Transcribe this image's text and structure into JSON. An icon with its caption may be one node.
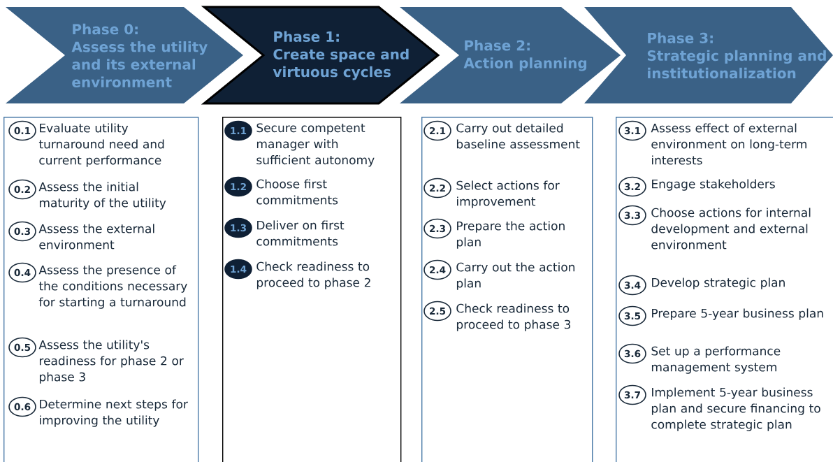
{
  "diagram": {
    "nodes": [
      {
        "text": [
          "Phase 0:",
          "Assess the utility and its external environment"
        ]
      },
      {
        "text": [
          "Phase 1:",
          "Create space and virtuous cycles"
        ]
      },
      {
        "text": [
          "Phase 2:",
          "Action planning"
        ]
      },
      {
        "text": [
          "Phase 3:",
          "Strategic planning and institutionalization"
        ]
      },
      {
        "text": [],
        "shape": "box"
      },
      {
        "text": [],
        "shape": "box"
      },
      {
        "text": [],
        "shape": "box"
      },
      {
        "text": [],
        "shape": "box"
      },
      {
        "text": [
          "0.1"
        ],
        "in": 4,
        "beside": [
          "Evaluate utility turnaround need and current performance"
        ]
      },
      {
        "text": [
          "0.2"
        ],
        "in": 4,
        "beside": [
          "Assess the initial maturity of the utility"
        ]
      },
      {
        "text": [
          "0.3"
        ],
        "in": 4,
        "beside": [
          "Assess the external environment"
        ]
      },
      {
        "text": [
          "0.4"
        ],
        "in": 4,
        "beside": [
          "Assess the presence of the conditions necessary for starting a turnaround"
        ]
      },
      {
        "text": [
          "0.5"
        ],
        "in": 4,
        "beside": [
          "Assess the utility's readiness for phase 2 or phase 3"
        ]
      },
      {
        "text": [
          "0.6"
        ],
        "in": 4,
        "beside": [
          "Determine next steps for improving the utility"
        ]
      },
      {
        "text": [
          "1.1"
        ],
        "in": 5,
        "beside": [
          "Secure competent manager with sufficient autonomy"
        ]
      },
      {
        "text": [
          "1.2"
        ],
        "in": 5,
        "beside": [
          "Choose first commitments"
        ]
      },
      {
        "text": [
          "1.3"
        ],
        "in": 5,
        "beside": [
          "Deliver on first commitments"
        ]
      },
      {
        "text": [
          "1.4"
        ],
        "in": 5,
        "beside": [
          "Check readiness to proceed to phase 2"
        ]
      },
      {
        "text": [
          "2.1"
        ],
        "in": 6,
        "beside": [
          "Carry out detailed baseline assessment"
        ]
      },
      {
        "text": [
          "2.2"
        ],
        "in": 6,
        "beside": [
          "Select actions for improvement"
        ]
      },
      {
        "text": [
          "2.3"
        ],
        "in": 6,
        "beside": [
          "Prepare the action plan"
        ]
      },
      {
        "text": [
          "2.4"
        ],
        "in": 6,
        "beside": [
          "Carry out the action plan"
        ]
      },
      {
        "text": [
          "2.5"
        ],
        "in": 6,
        "beside": [
          "Check readiness to proceed to phase 3"
        ]
      },
      {
        "text": [
          "3.1"
        ],
        "in": 7,
        "beside": [
          "Assess effect of external environment on long-term interests"
        ]
      },
      {
        "text": [
          "3.2"
        ],
        "in": 7,
        "beside": [
          "Engage stakeholders"
        ]
      },
      {
        "text": [
          "3.3"
        ],
        "in": 7,
        "beside": [
          "Choose actions for internal development and external environment"
        ]
      },
      {
        "text": [
          "3.4"
        ],
        "in": 7,
        "beside": [
          "Develop strategic plan"
        ]
      },
      {
        "text": [
          "3.5"
        ],
        "in": 7,
        "beside": [
          "Prepare 5-year business plan"
        ]
      },
      {
        "text": [
          "3.6"
        ],
        "in": 7,
        "beside": [
          "Set up a performance management system"
        ]
      },
      {
        "text": [
          "3.7"
        ],
        "in": 7,
        "beside": [
          "Implement 5-year business plan and secure financing to complete strategic plan"
        ]
      }
    ]
  }
}
